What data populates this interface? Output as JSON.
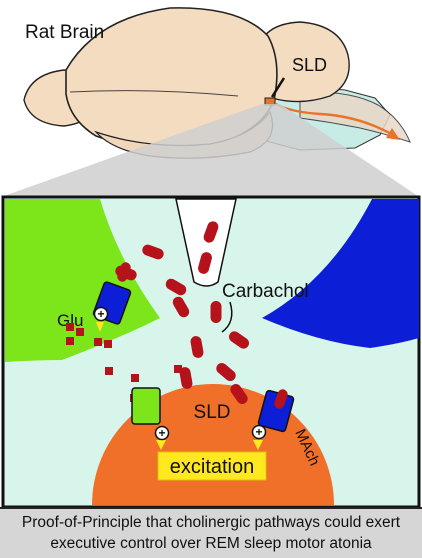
{
  "labels": {
    "organism": "Rat Brain",
    "region": "SLD",
    "drug": "Carbachol",
    "glutamate": "Glu",
    "nucleus": "SLD",
    "muscarinic": "MAch",
    "response": "excitation",
    "plus_symbol": "+"
  },
  "caption": {
    "line1": "Proof-of-Principle that cholinergic pathways could exert",
    "line2": "executive control over REM sleep motor atonia"
  },
  "colors": {
    "brain_fill": "#f4dcc0",
    "brainstem_fill": "#c7ece6",
    "panel_bg": "#d8f5ec",
    "glu_neuron": "#7de61a",
    "cholinergic_neuron": "#0d1fd6",
    "drug_dots": "#b5121b",
    "nucleus": "#f0702a",
    "excitation_box": "#ffe81f",
    "arrow": "#e8732a",
    "caption_bg": "#d6d6d6"
  }
}
